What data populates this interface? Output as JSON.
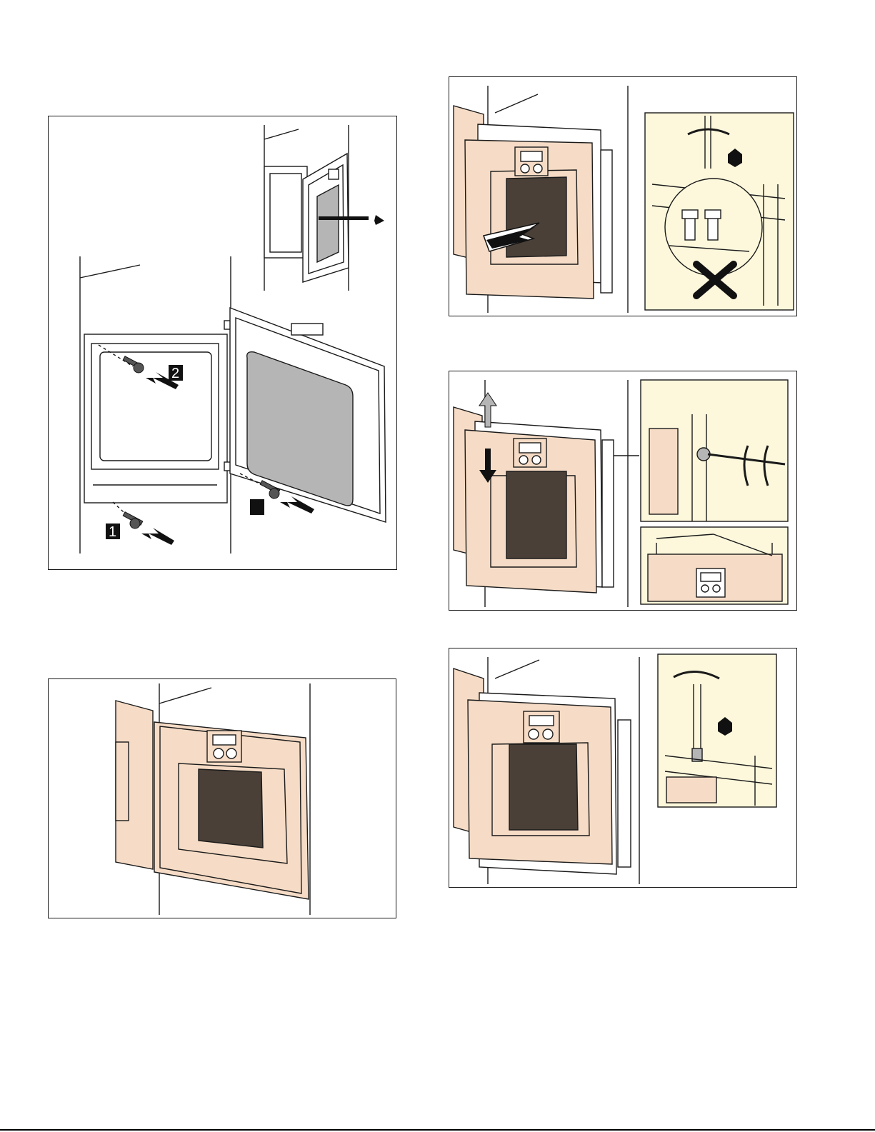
{
  "figures": [
    {
      "id": "door-hinge-mounting",
      "step_labels": [
        "1",
        "2",
        ""
      ]
    },
    {
      "id": "door-fitted-front"
    },
    {
      "id": "door-removal-hinge-screw"
    },
    {
      "id": "door-height-adjust"
    },
    {
      "id": "door-alignment-screw"
    }
  ],
  "colors": {
    "frame": "#1a1a1a",
    "door_tint": "#f6dcc6",
    "cream": "#fdf8dc",
    "window": "#4a4038",
    "glass": "#b5b5b5"
  }
}
